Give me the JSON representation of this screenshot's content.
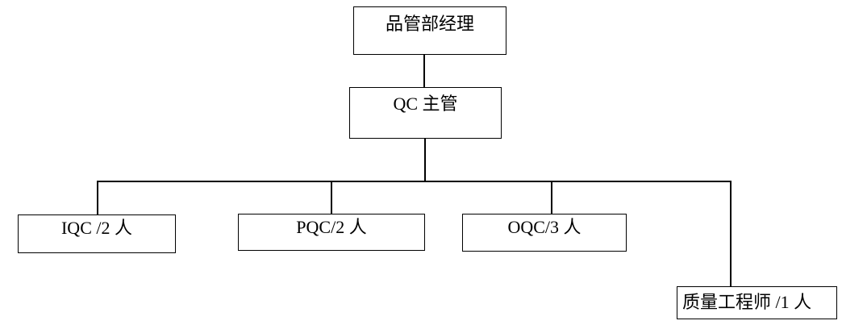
{
  "diagram": {
    "type": "org-chart",
    "nodes": {
      "manager": {
        "label": "品管部经理"
      },
      "supervisor": {
        "label": "QC 主管"
      },
      "iqc": {
        "label": "IQC /2 人"
      },
      "pqc": {
        "label": "PQC/2 人"
      },
      "oqc": {
        "label": "OQC/3 人"
      },
      "engineer": {
        "label": "质量工程师 /1 人"
      }
    },
    "edges": [
      {
        "from": "manager",
        "to": "supervisor"
      },
      {
        "from": "supervisor",
        "to": "iqc"
      },
      {
        "from": "supervisor",
        "to": "pqc"
      },
      {
        "from": "supervisor",
        "to": "oqc"
      },
      {
        "from": "supervisor",
        "to": "engineer"
      }
    ],
    "colors": {
      "background": "#ffffff",
      "border": "#000000",
      "line": "#000000",
      "text": "#000000"
    }
  }
}
